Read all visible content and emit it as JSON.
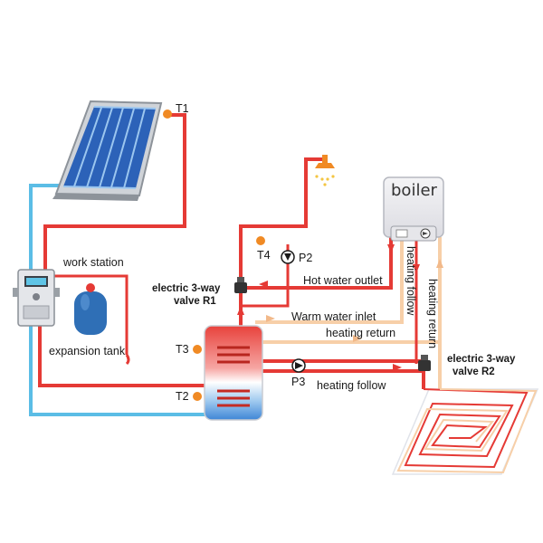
{
  "diagram": {
    "labels": {
      "t1": "T1",
      "t2": "T2",
      "t3": "T3",
      "t4": "T4",
      "p2": "P2",
      "p3": "P3",
      "boiler": "boiler",
      "work_station": "work station",
      "expansion_tank": "expansion tank",
      "valve_r1_line1": "electric 3-way",
      "valve_r1_line2": "valve R1",
      "valve_r2_line1": "electric 3-way",
      "valve_r2_line2": "valve R2",
      "hot_water_outlet": "Hot water outlet",
      "warm_water_inlet": "Warm water inlet",
      "heating_return_h": "heating return",
      "heating_follow_h": "heating follow",
      "heating_follow_v": "heating follow",
      "heating_return_v": "heating return"
    },
    "colors": {
      "hot_pipe": "#e53a35",
      "cold_pipe": "#5bbde6",
      "return_pipe": "#f7cfa8",
      "sensor": "#f08a24",
      "tank": "#2f6fb6"
    },
    "icons": [
      "solar-collector-icon",
      "shower-head-icon",
      "pump-icon",
      "valve-icon",
      "floor-heating-coil-icon"
    ]
  }
}
